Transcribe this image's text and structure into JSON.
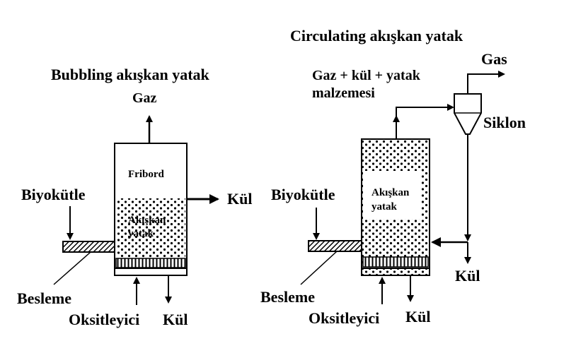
{
  "bubbling": {
    "title": "Bubbling akışkan yatak",
    "gas_out": "Gaz",
    "freeboard": "Fribord",
    "bed_line1": "Akışkan",
    "bed_line2": "yatak",
    "ash_side": "Kül",
    "biomass": "Biyokütle",
    "feed": "Besleme",
    "oxidizer": "Oksitleyici",
    "ash_bottom": "Kül"
  },
  "circulating": {
    "title": "Circulating akışkan yatak",
    "gas_out": "Gas",
    "mix_line1": "Gaz + kül + yatak",
    "mix_line2": "malzemesi",
    "cyclone": "Siklon",
    "bed_line1": "Akışkan",
    "bed_line2": "yatak",
    "biomass": "Biyokütle",
    "ash_cyclone": "Kül",
    "feed": "Besleme",
    "oxidizer": "Oksitleyici",
    "ash_bottom": "Kül"
  },
  "colors": {
    "ink": "#000000",
    "background": "#ffffff"
  }
}
